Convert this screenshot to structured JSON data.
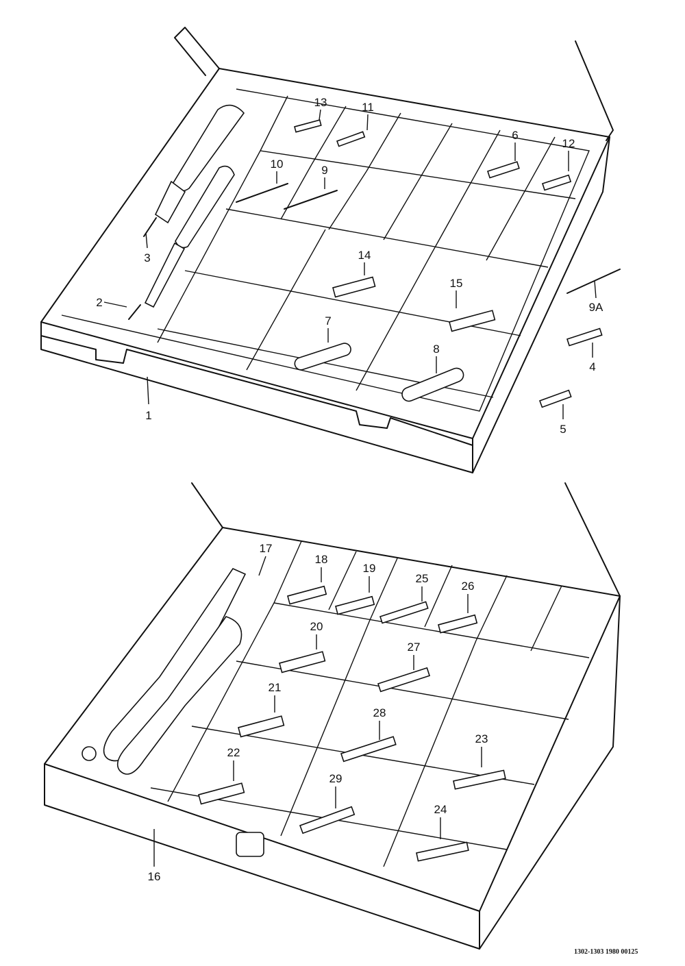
{
  "diagram": {
    "top_case": {
      "case_label": "1",
      "callouts": [
        "13",
        "11",
        "6",
        "12",
        "10",
        "9",
        "3",
        "14",
        "15",
        "2",
        "7",
        "8",
        "9A",
        "4",
        "5"
      ]
    },
    "bottom_case": {
      "case_label": "16",
      "callouts": [
        "17",
        "18",
        "19",
        "25",
        "26",
        "20",
        "27",
        "21",
        "28",
        "23",
        "22",
        "29",
        "24"
      ]
    },
    "footer_code": "1302-1303 1980 00125"
  }
}
